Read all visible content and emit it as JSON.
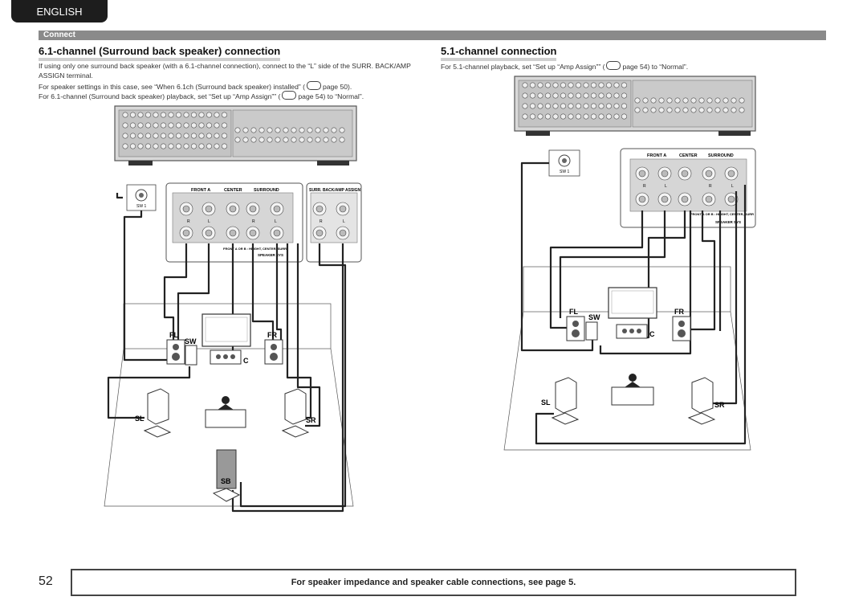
{
  "header": {
    "language": "ENGLISH",
    "section": "Connect"
  },
  "left": {
    "title": "6.1-channel (Surround back speaker) connection",
    "para1": "If using only one surround back speaker (with a 6.1-channel connection), connect to the “L” side of the SURR. BACK/AMP ASSIGN terminal.",
    "para2a": "For speaker settings in this case, see “When 6.1ch (Surround back speaker) installed” (",
    "para2b": "page 50).",
    "para3a": "For 6.1-channel (Surround back speaker) playback, set “Set up “Amp Assign”” (",
    "para3b": "page 54) to “Normal”.",
    "diagram": {
      "panel_labels": [
        "FRONT A",
        "CENTER",
        "SURROUND",
        "SURR. BACK/AMP ASSIGN"
      ],
      "rl": [
        "R",
        "L",
        "R",
        "L",
        "R",
        "L"
      ],
      "panel_caption1": "FRONT A OR B : HEIGHT, CENTER, SURR",
      "panel_caption2": "SPEAKER SYS",
      "sub_out": "SW 1",
      "speakers": {
        "fl": "FL",
        "fr": "FR",
        "sw": "SW",
        "c": "C",
        "sl": "SL",
        "sr": "SR",
        "sb": "SB"
      }
    }
  },
  "right": {
    "title": "5.1-channel connection",
    "para1a": "For 5.1-channel playback, set “Set up “Amp Assign”” (",
    "para1b": "page 54) to “Normal”.",
    "diagram": {
      "panel_labels": [
        "FRONT A",
        "CENTER",
        "SURROUND"
      ],
      "rl": [
        "R",
        "L",
        "R",
        "L"
      ],
      "panel_caption1": "FRONT A OR B : HEIGHT, CENTER, SURR",
      "panel_caption2": "SPEAKER SYS",
      "sub_out": "SW 1",
      "speakers": {
        "fl": "FL",
        "fr": "FR",
        "sw": "SW",
        "c": "C",
        "sl": "SL",
        "sr": "SR"
      }
    }
  },
  "footer": {
    "page": "52",
    "note": "For speaker impedance and speaker cable connections, see page 5."
  }
}
